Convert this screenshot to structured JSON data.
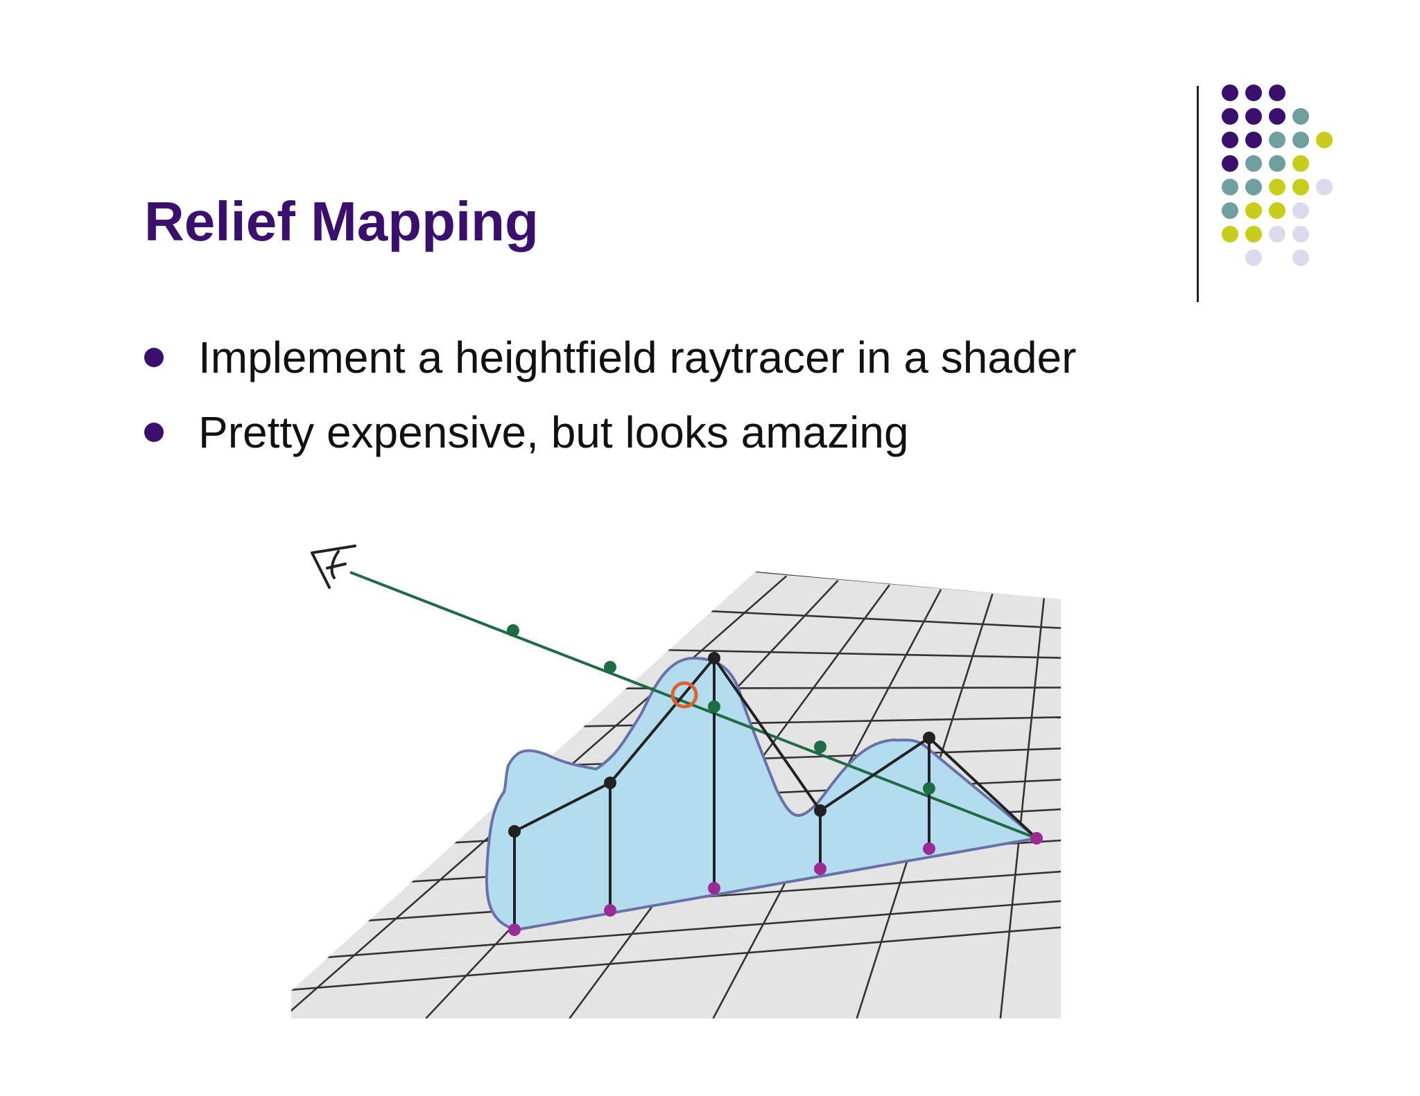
{
  "slide": {
    "title": "Relief Mapping",
    "bullets": [
      "Implement a heightfield raytracer in a shader",
      "Pretty expensive, but looks amazing"
    ]
  },
  "colors": {
    "title": "#3a0f6e",
    "dot_purple": "#3a0f6e",
    "dot_teal": "#6f9f9f",
    "dot_yellow": "#c8cc1a",
    "dot_lavender": "#dcdaec",
    "ray": "#1f6b45",
    "surface_fill": "#b3dcee",
    "surface_stroke": "#6a70a8",
    "sample_top": "#222222",
    "sample_base": "#9b2a92",
    "intersection": "#e0602a",
    "grid_fill": "#e4e4e4",
    "grid_line": "#333333"
  },
  "decoration": {
    "dot_grid_rows": [
      [
        "purple",
        "purple",
        "purple"
      ],
      [
        "purple",
        "purple",
        "purple",
        "teal"
      ],
      [
        "purple",
        "purple",
        "teal",
        "teal",
        "yellow"
      ],
      [
        "purple",
        "teal",
        "teal",
        "yellow"
      ],
      [
        "teal",
        "teal",
        "yellow",
        "yellow",
        "lavender"
      ],
      [
        "teal",
        "yellow",
        "yellow",
        "lavender"
      ],
      [
        "yellow",
        "yellow",
        "lavender",
        "lavender"
      ],
      [
        "",
        "lavender",
        "",
        "lavender"
      ]
    ]
  },
  "figure": {
    "icons": [
      "eye-icon"
    ]
  }
}
